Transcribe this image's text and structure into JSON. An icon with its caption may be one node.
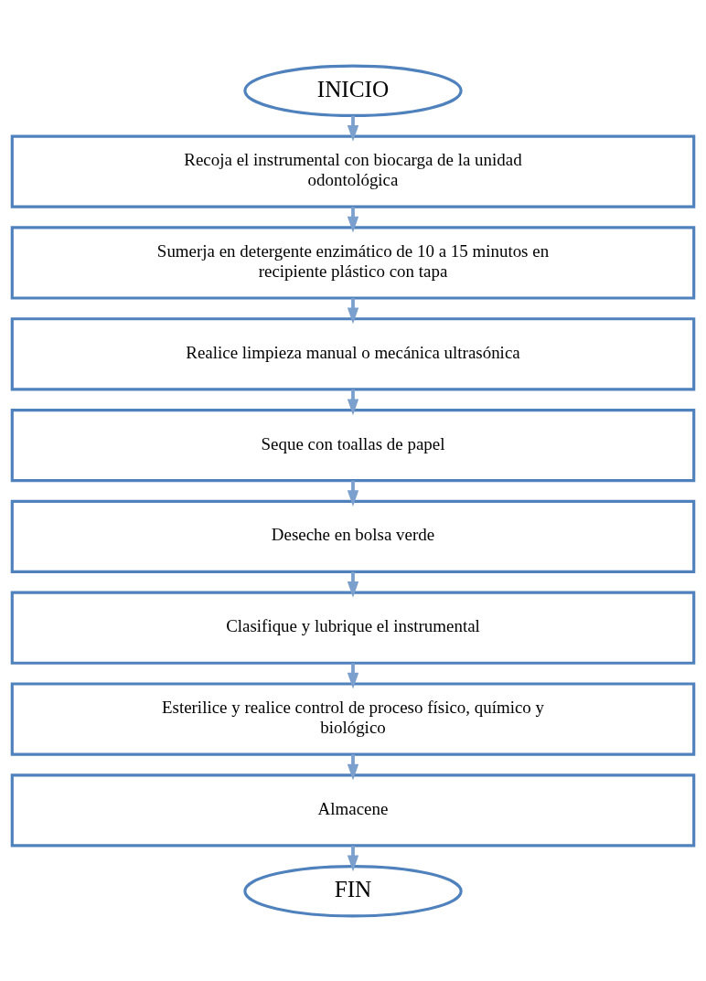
{
  "diagram": {
    "nodes": [
      {
        "text": [
          "INICIO"
        ]
      },
      {
        "text": [
          "Recoja el instrumental con biocarga de la unidad odontológica"
        ]
      },
      {
        "text": [
          "Sumerja en detergente enzimático de 10 a 15 minutos en recipiente plástico con tapa"
        ]
      },
      {
        "text": [
          "Realice limpieza manual o mecánica ultrasónica"
        ]
      },
      {
        "text": [
          "Seque con toallas de papel"
        ]
      },
      {
        "text": [
          "Deseche en bolsa verde"
        ]
      },
      {
        "text": [
          "Clasifique y lubrique el instrumental"
        ]
      },
      {
        "text": [
          "Esterilice y realice control de proceso físico, químico y biológico"
        ]
      },
      {
        "text": [
          "Almacene"
        ]
      },
      {
        "text": [
          "FIN"
        ]
      }
    ],
    "edges": [
      {
        "from": 0,
        "to": 1,
        "arrow": "to"
      },
      {
        "from": 1,
        "to": 2,
        "arrow": "to"
      },
      {
        "from": 2,
        "to": 3,
        "arrow": "to"
      },
      {
        "from": 3,
        "to": 4,
        "arrow": "to"
      },
      {
        "from": 4,
        "to": 5,
        "arrow": "to"
      },
      {
        "from": 5,
        "to": 6,
        "arrow": "to"
      },
      {
        "from": 6,
        "to": 7,
        "arrow": "to"
      },
      {
        "from": 7,
        "to": 8,
        "arrow": "to"
      },
      {
        "from": 8,
        "to": 9,
        "arrow": "to"
      }
    ]
  }
}
